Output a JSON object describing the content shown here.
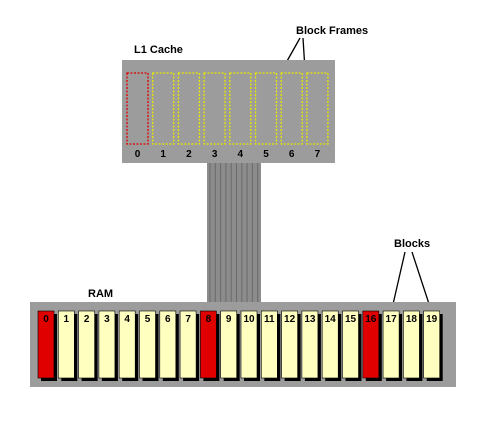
{
  "diagram": {
    "cache": {
      "label": "L1 Cache",
      "frames": [
        "0",
        "1",
        "2",
        "3",
        "4",
        "5",
        "6",
        "7"
      ],
      "highlighted_frames": [
        "0"
      ]
    },
    "ram": {
      "label": "RAM",
      "blocks": [
        "0",
        "1",
        "2",
        "3",
        "4",
        "5",
        "6",
        "7",
        "8",
        "9",
        "10",
        "11",
        "12",
        "13",
        "14",
        "15",
        "16",
        "17",
        "18",
        "19"
      ],
      "highlighted_blocks": [
        "0",
        "8",
        "16"
      ]
    },
    "annotations": {
      "block_frames_label": "Block Frames",
      "blocks_label": "Blocks"
    },
    "colors": {
      "panel_gray": "#9c9c9c",
      "block_fill": "#ffffc0",
      "highlight": "#e00000",
      "frame_outline": "#e8e800",
      "bus": "#8c8c8c"
    }
  }
}
